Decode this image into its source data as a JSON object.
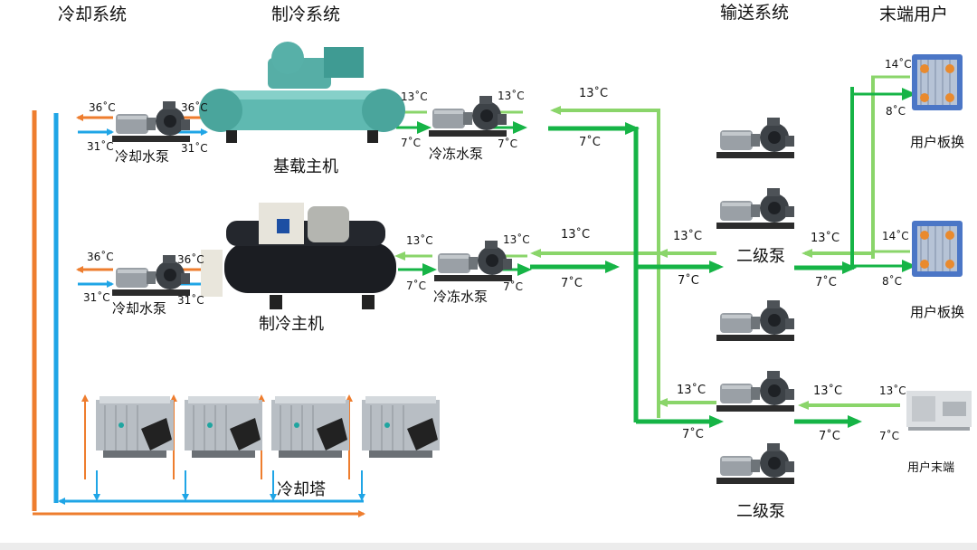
{
  "sections": {
    "cooling_system": "冷却系统",
    "refrigeration_system": "制冷系统",
    "delivery_system": "输送系统",
    "end_users": "末端用户"
  },
  "equipment": {
    "base_chiller": "基载主机",
    "chiller": "制冷主机",
    "cooling_pump_1": "冷却水泵",
    "cooling_pump_2": "冷却水泵",
    "chilled_pump_1": "冷冻水泵",
    "chilled_pump_2": "冷冻水泵",
    "cooling_tower": "冷却塔",
    "secondary_pump_1": "二级泵",
    "secondary_pump_2": "二级泵",
    "heat_exchanger_1": "用户板换",
    "heat_exchanger_2": "用户板换",
    "terminal_unit": "用户末端"
  },
  "temperatures": {
    "cw1_out": "36˚C",
    "cw1_pump_out": "36˚C",
    "cw1_in": "31˚C",
    "cw1_pump_in": "31˚C",
    "cw2_out": "36˚C",
    "cw2_pump_out": "36˚C",
    "cw2_in": "31˚C",
    "cw2_pump_in": "31˚C",
    "ch1_ret_a": "13˚C",
    "ch1_ret_b": "13˚C",
    "ch1_sup_a": "7˚C",
    "ch1_sup_b": "7˚C",
    "ch2_ret_a": "13˚C",
    "ch2_ret_b": "13˚C",
    "ch2_sup_a": "7˚C",
    "ch2_sup_b": "7˚C",
    "main1_ret": "13˚C",
    "main1_sup": "7˚C",
    "main2_ret": "13˚C",
    "main2_sup": "7˚C",
    "sec1_ret_a": "13˚C",
    "sec1_sup_a": "7˚C",
    "sec1_ret_b": "13˚C",
    "sec1_sup_b": "7˚C",
    "hx1_ret": "14˚C",
    "hx1_sup": "8˚C",
    "hx2_ret": "14˚C",
    "hx2_sup": "8˚C",
    "sec2_ret_a": "13˚C",
    "sec2_sup_a": "7˚C",
    "sec2_ret_b": "13˚C",
    "sec2_sup_b": "7˚C",
    "term_ret": "13˚C",
    "term_sup": "7˚C"
  },
  "colors": {
    "hot_water": "#ee7d2e",
    "cold_water": "#1fa5e6",
    "supply_green": "#16b446",
    "return_green": "#8ad56a",
    "chiller_teal": "#5fb9b1",
    "chiller_dark": "#1b1d22"
  }
}
